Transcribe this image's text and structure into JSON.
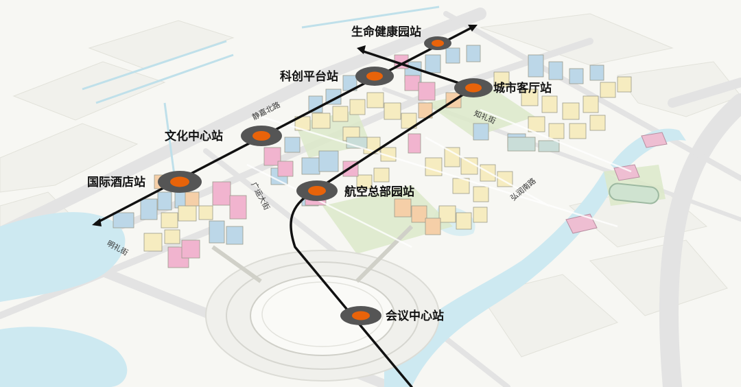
{
  "map": {
    "stations": [
      {
        "id": "shengming",
        "name": "生命健康园站"
      },
      {
        "id": "kechuang",
        "name": "科创平台站"
      },
      {
        "id": "chengshi",
        "name": "城市客厅站"
      },
      {
        "id": "wenhua",
        "name": "文化中心站"
      },
      {
        "id": "guoji",
        "name": "国际酒店站"
      },
      {
        "id": "hangkong",
        "name": "航空总部园站"
      },
      {
        "id": "huiyi",
        "name": "会议中心站"
      }
    ],
    "streets": [
      {
        "id": "jingjia",
        "name": "静嘉北路"
      },
      {
        "id": "zhili",
        "name": "知礼街"
      },
      {
        "id": "guangyun",
        "name": "广运大街"
      },
      {
        "id": "hongrun",
        "name": "弘润南路"
      },
      {
        "id": "mingli",
        "name": "明礼街"
      }
    ],
    "colors": {
      "water": "#cde9f1",
      "road": "#e6e6e6",
      "ground": "#f6f6f0",
      "park": "#d9e8c8",
      "residential": "#f6ecc0",
      "office": "#bcd7e8",
      "commercial": "#f1b4cf",
      "mixed": "#f5cfa8",
      "metro_line": "#111111",
      "station_ring": "#555555",
      "station_dot": "#e8630a"
    }
  }
}
